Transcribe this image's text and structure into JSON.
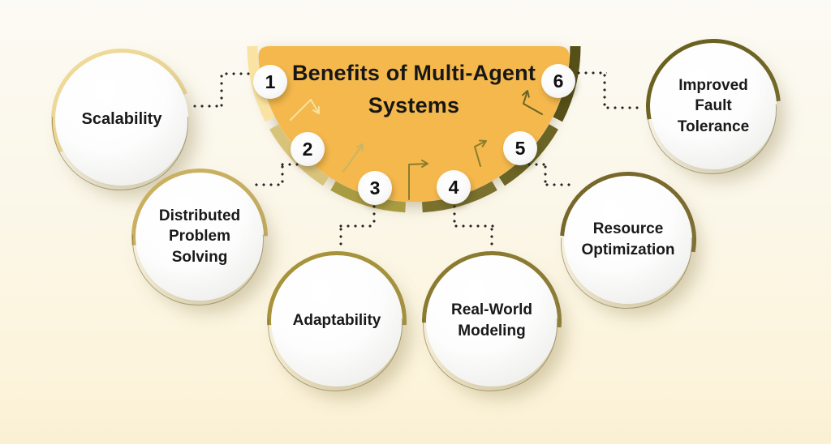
{
  "title": {
    "line1": "Benefits of Multi-Agent",
    "line2": "Systems"
  },
  "benefits": [
    {
      "number": "1",
      "label": "Scalability",
      "ring_color": "#F0DB9B",
      "arc_color": "#FAE3A2"
    },
    {
      "number": "2",
      "label": "Distributed Problem Solving",
      "ring_color": "#CBB262",
      "arc_color": "#D8C37B"
    },
    {
      "number": "3",
      "label": "Adaptability",
      "ring_color": "#A7943C",
      "arc_color": "#A89B42"
    },
    {
      "number": "4",
      "label": "Real-World Modeling",
      "ring_color": "#8B7B31",
      "arc_color": "#7A712E"
    },
    {
      "number": "5",
      "label": "Resource Optimization",
      "ring_color": "#77682B",
      "arc_color": "#6B6424"
    },
    {
      "number": "6",
      "label": "Improved Fault Tolerance",
      "ring_color": "#6B6220",
      "arc_color": "#564F18"
    }
  ],
  "colors": {
    "background_top": "#FCFAF4",
    "background_bottom": "#FAF0D4",
    "semicircle": "#F4B84C",
    "dots": "#262626",
    "text": "#171717",
    "arrow_light": "#F6E3A3",
    "arrow_tan": "#C9B568",
    "arrow_olive": "#8B7D2E",
    "arrow_dark_olive": "#6B6424"
  }
}
